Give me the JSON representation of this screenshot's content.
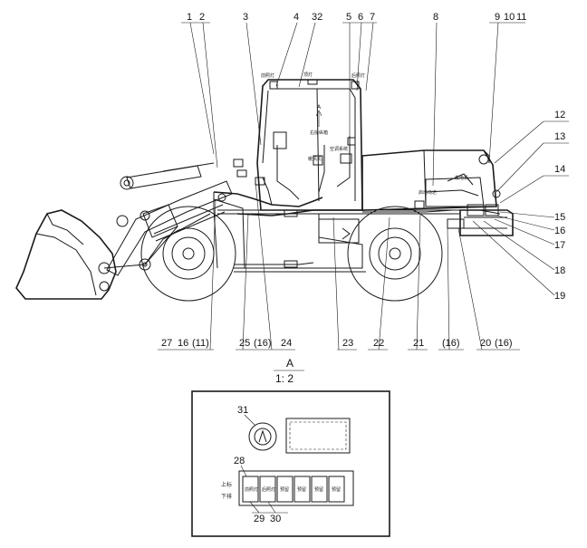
{
  "callouts_top": [
    "1",
    "2",
    "3",
    "4",
    "32",
    "5",
    "6",
    "7",
    "8",
    "9",
    "10",
    "11"
  ],
  "callouts_right": [
    "12",
    "13",
    "14",
    "15",
    "16",
    "17",
    "18",
    "19"
  ],
  "callouts_bottom": [
    "27",
    "16",
    "(11)",
    "25",
    "(16)",
    "24",
    "23",
    "22",
    "21",
    "(16)",
    "20",
    "(16)"
  ],
  "cab_labels": {
    "work_light_rear": "前照灯",
    "dome_light": "顶灯",
    "work_light_front": "后照灯",
    "right_console": "右操纵箱",
    "ac_system": "空调系统",
    "air_conditioner": "暖风机",
    "view_arrow": "A"
  },
  "engine_labels": {
    "alternator": "发电机",
    "starter_motor": "启动马达"
  },
  "view_detail": {
    "title": "A",
    "scale": "1: 2",
    "callouts": [
      "31",
      "28",
      "29",
      "30"
    ],
    "side_labels": [
      "上标",
      "下排"
    ],
    "switch_labels": [
      "前照灯",
      "后照灯",
      "预留",
      "预留",
      "预留",
      "预留"
    ]
  }
}
